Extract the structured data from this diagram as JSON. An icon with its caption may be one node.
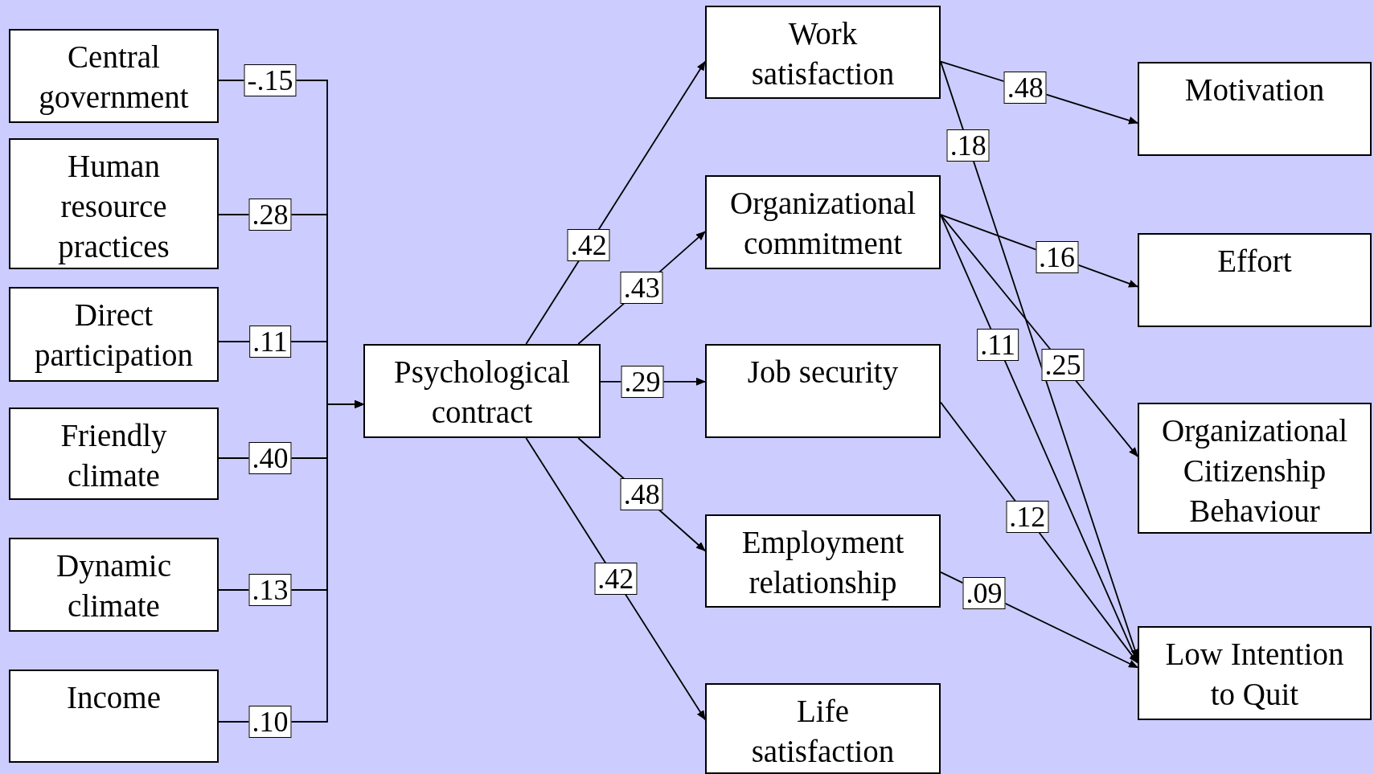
{
  "diagram": {
    "nodes": [
      {
        "text": [
          "Central government"
        ]
      },
      {
        "text": [
          "Human resource practices"
        ]
      },
      {
        "text": [
          "Direct participation"
        ]
      },
      {
        "text": [
          "Friendly climate"
        ]
      },
      {
        "text": [
          "Dynamic climate"
        ]
      },
      {
        "text": [
          "Income"
        ]
      },
      {
        "text": [
          "Psychological contract"
        ]
      },
      {
        "text": [
          "Work satisfaction"
        ]
      },
      {
        "text": [
          "Organizational commitment"
        ]
      },
      {
        "text": [
          "Job security"
        ]
      },
      {
        "text": [
          "Employment relationship"
        ]
      },
      {
        "text": [
          "Life satisfaction"
        ]
      },
      {
        "text": [
          "Motivation"
        ]
      },
      {
        "text": [
          "Effort"
        ]
      },
      {
        "text": [
          "Organizational Citizenship Behaviour"
        ]
      },
      {
        "text": [
          "Low Intention to Quit"
        ]
      }
    ],
    "edges": [
      {
        "from": 0,
        "to": 6,
        "arrow": "to",
        "label": "-.15"
      },
      {
        "from": 1,
        "to": 6,
        "arrow": "to",
        "label": ".28"
      },
      {
        "from": 2,
        "to": 6,
        "arrow": "to",
        "label": ".11"
      },
      {
        "from": 3,
        "to": 6,
        "arrow": "to",
        "label": ".40"
      },
      {
        "from": 4,
        "to": 6,
        "arrow": "to",
        "label": ".13"
      },
      {
        "from": 5,
        "to": 6,
        "arrow": "to",
        "label": ".10"
      },
      {
        "from": 6,
        "to": 7,
        "arrow": "to",
        "label": ".42"
      },
      {
        "from": 6,
        "to": 8,
        "arrow": "to",
        "label": ".43"
      },
      {
        "from": 6,
        "to": 9,
        "arrow": "to",
        "label": ".29"
      },
      {
        "from": 6,
        "to": 10,
        "arrow": "to",
        "label": ".48"
      },
      {
        "from": 6,
        "to": 11,
        "arrow": "to",
        "label": ".42"
      },
      {
        "from": 7,
        "to": 12,
        "arrow": "to",
        "label": ".48"
      },
      {
        "from": 7,
        "to": 15,
        "arrow": "to",
        "label": ".18"
      },
      {
        "from": 8,
        "to": 13,
        "arrow": "to",
        "label": ".16"
      },
      {
        "from": 8,
        "to": 14,
        "arrow": "to",
        "label": ".25"
      },
      {
        "from": 8,
        "to": 15,
        "arrow": "to",
        "label": ".11"
      },
      {
        "from": 9,
        "to": 15,
        "arrow": "to",
        "label": ".12"
      },
      {
        "from": 10,
        "to": 15,
        "arrow": "to",
        "label": ".09"
      }
    ]
  }
}
